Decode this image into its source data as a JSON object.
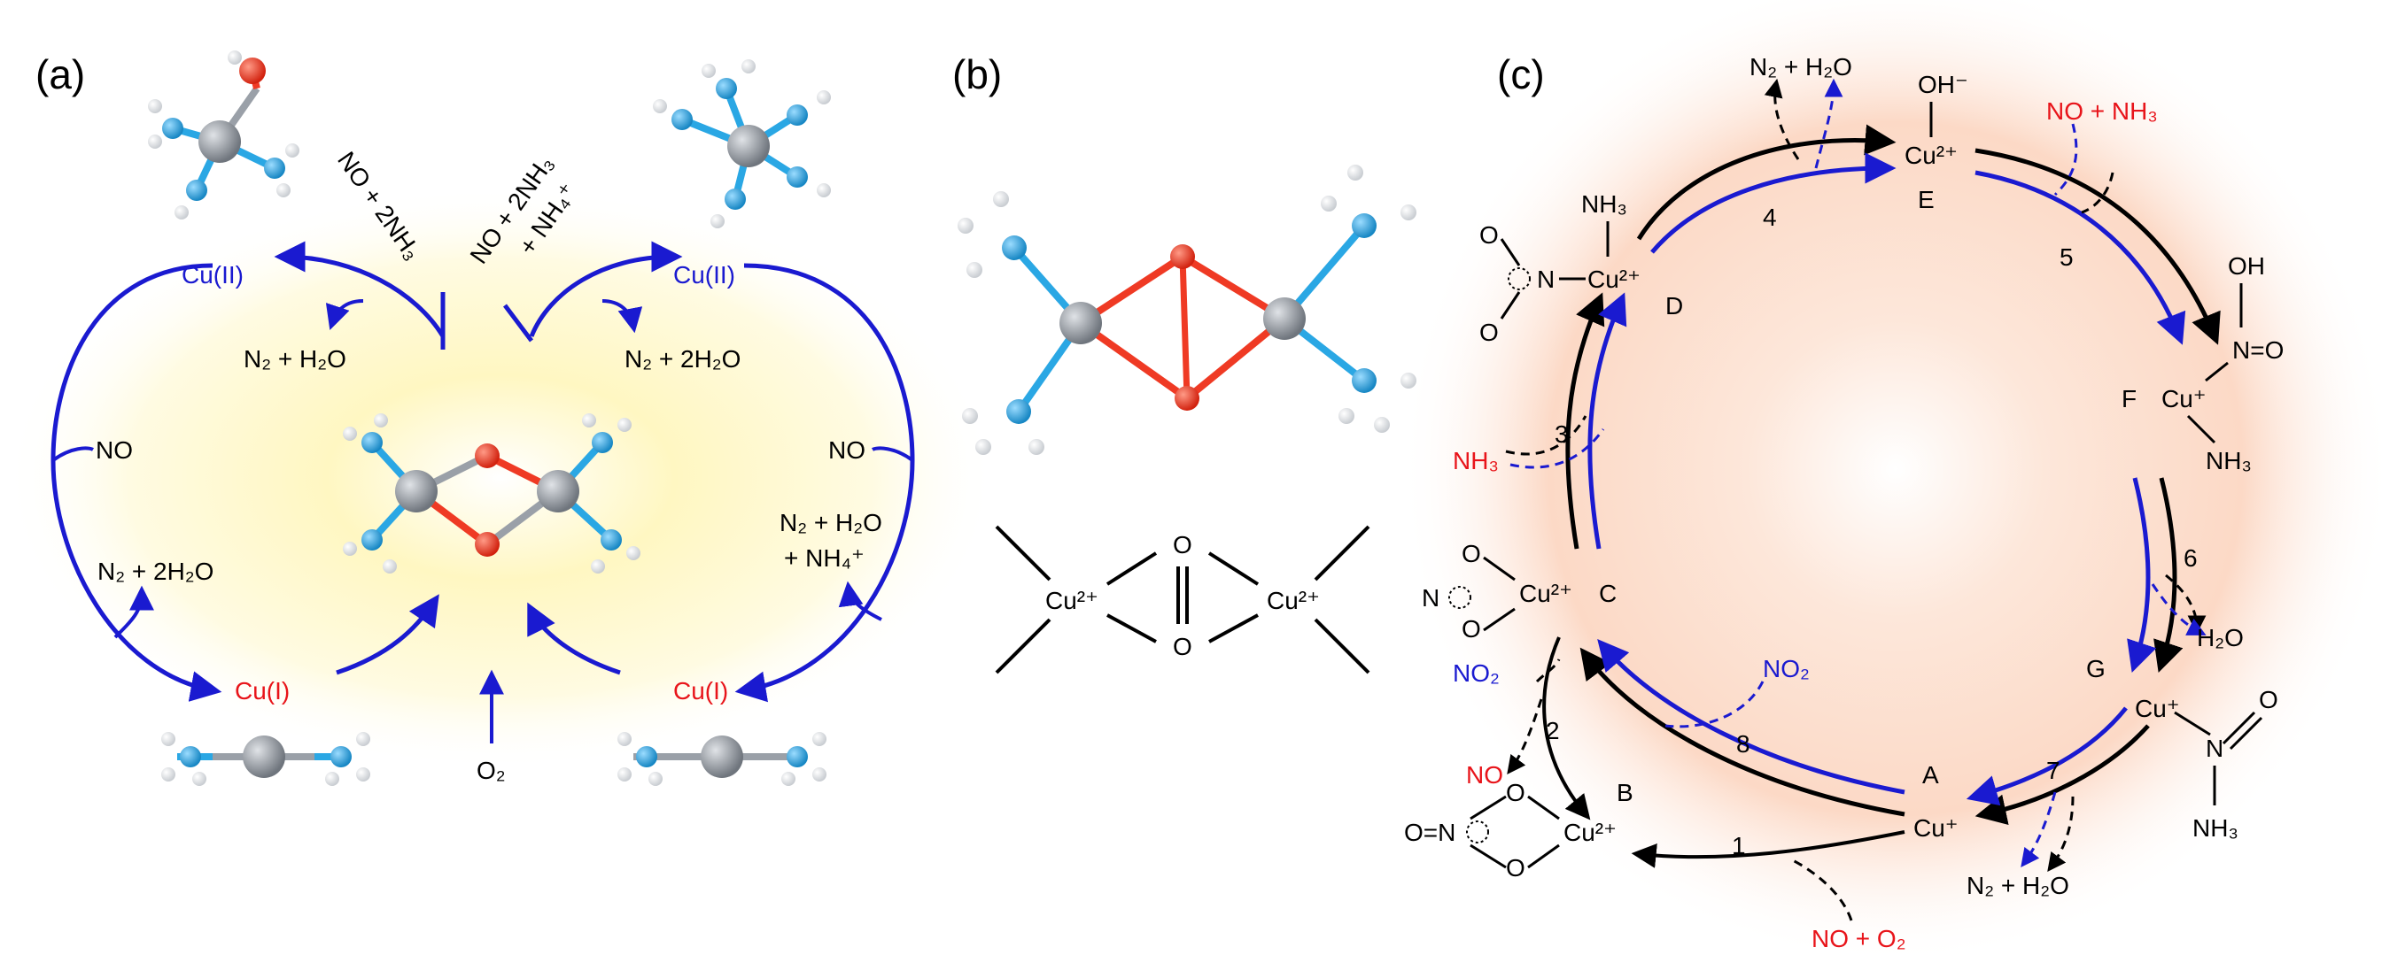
{
  "panels": {
    "a": "(a)",
    "b": "(b)",
    "c": "(c)"
  },
  "colors": {
    "copper_blue": "#1a1ad0",
    "reactant_red": "#e8141a",
    "cycle_black": "#000000",
    "glow_a": "#fff6b0",
    "glow_c": "#fdd9c4",
    "atom_cu": "#8e949c",
    "atom_o": "#ef3a24",
    "atom_n": "#2aa7e4",
    "atom_h": "#ffffff"
  },
  "panel_a": {
    "cu2_left": "Cu(II)",
    "cu2_right": "Cu(II)",
    "cu1_left": "Cu(I)",
    "cu1_right": "Cu(I)",
    "reactant_left": "NO + 2NH₃",
    "reactant_right_1": "NO + 2NH₃",
    "reactant_right_2": "+ NH₄⁺",
    "product_left_top": "N₂ + H₂O",
    "product_right_top": "N₂ + 2H₂O",
    "no_left": "NO",
    "no_right": "NO",
    "product_left_bottom": "N₂ + 2H₂O",
    "product_right_bottom_1": "N₂ + H₂O",
    "product_right_bottom_2": "+ NH₄⁺",
    "oxygen": "O₂"
  },
  "panel_b": {
    "cu_left": "Cu²⁺",
    "cu_right": "Cu²⁺",
    "o_top": "O",
    "o_bottom": "O"
  },
  "panel_c": {
    "E": {
      "letter": "E",
      "species": "Cu²⁺",
      "ligand": "OH⁻"
    },
    "F": {
      "letter": "F",
      "species": "Cu⁺",
      "oh": "OH",
      "no": "N=O",
      "nh3": "NH₃"
    },
    "G": {
      "letter": "G",
      "species": "Cu⁺",
      "nno": "N",
      "o": "O",
      "nh3": "NH₃"
    },
    "A": {
      "letter": "A",
      "species": "Cu⁺"
    },
    "B": {
      "letter": "B",
      "species": "Cu²⁺",
      "o1": "O",
      "o2": "O",
      "n": "O=N"
    },
    "C": {
      "letter": "C",
      "species": "Cu²⁺",
      "n": "N",
      "o1": "O",
      "o2": "O"
    },
    "D": {
      "letter": "D",
      "species": "Cu²⁺",
      "nh3": "NH₃",
      "n": "N",
      "o1": "O",
      "o2": "O"
    },
    "steps": [
      "1",
      "2",
      "3",
      "4",
      "5",
      "6",
      "7",
      "8"
    ],
    "step_species": {
      "n2_h2o_top": "N₂ + H₂O",
      "no_nh3": "NO + NH₃",
      "h2o": "H₂O",
      "n2_h2o_bottom": "N₂ + H₂O",
      "no_o2": "NO + O₂",
      "no2_inner": "NO₂",
      "no2_left": "NO₂",
      "no_left": "NO",
      "nh3_left": "NH₃"
    }
  }
}
